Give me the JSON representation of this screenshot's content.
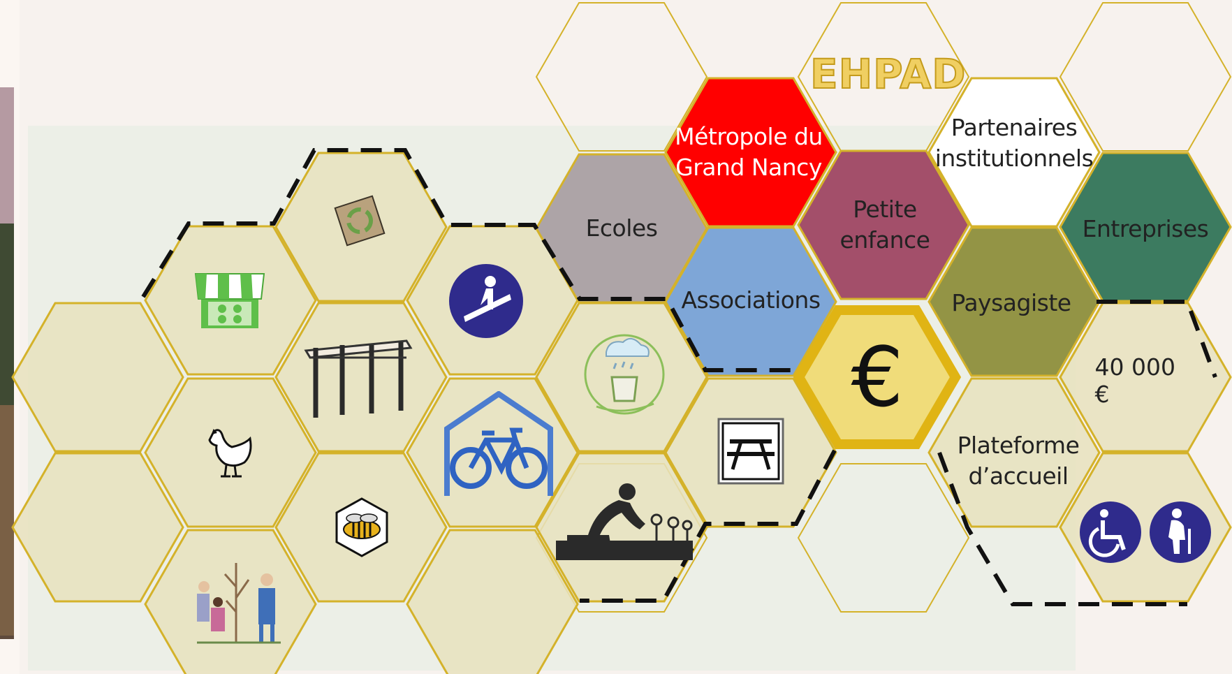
{
  "title": "EHPAD",
  "stakeholders": [
    {
      "id": "metropole",
      "label": "Métropole du\nGrand Nancy",
      "color": "#ff0000"
    },
    {
      "id": "partenaires",
      "label": "Partenaires\ninstitutionnels",
      "color": "#ffffff"
    },
    {
      "id": "ecoles",
      "label": "Ecoles",
      "color": "#ada4a7"
    },
    {
      "id": "petite_enfance",
      "label": "Petite\nenfance",
      "color": "#a34f6a"
    },
    {
      "id": "entreprises",
      "label": "Entreprises",
      "color": "#3c7b60"
    },
    {
      "id": "associations",
      "label": "Associations",
      "color": "#7ea6d7"
    },
    {
      "id": "paysagiste",
      "label": "Paysagiste",
      "color": "#939445"
    }
  ],
  "funding": {
    "symbol": "€",
    "amount": "40 000 €",
    "color": "#f0dc7a"
  },
  "services": {
    "plateforme": "Plateforme\nd’accueil"
  },
  "icons": [
    "shop-icon",
    "recycle-icon",
    "handrail-icon",
    "pergola-icon",
    "chicken-icon",
    "bike-shelter-icon",
    "rain-collector-icon",
    "picnic-table-icon",
    "gardening-icon",
    "wasp-icon",
    "people-planting-icon",
    "wheelchair-icon",
    "elderly-person-icon"
  ],
  "colors": {
    "hex_fill": "#e8e2bd",
    "hex_stroke": "#d4b22a",
    "dash": "#111111",
    "euro_border": "#e0b414"
  }
}
